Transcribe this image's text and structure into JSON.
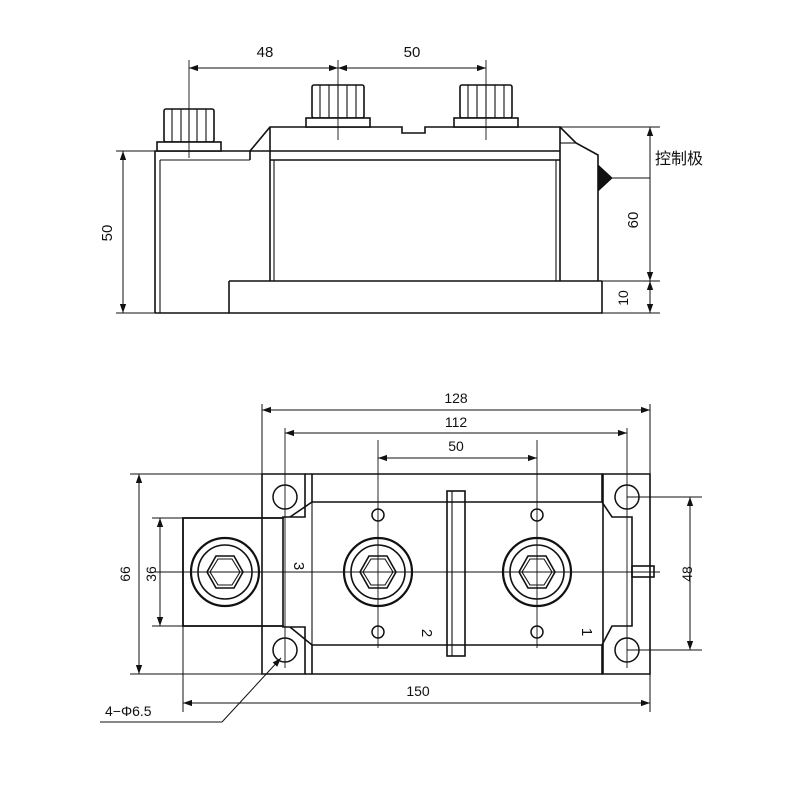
{
  "side_view": {
    "dim_terminal_spacing_left": "48",
    "dim_terminal_spacing_right": "50",
    "dim_height_left": "50",
    "dim_height_right": "60",
    "dim_base_thickness": "10",
    "gate_label": "控制极"
  },
  "top_view": {
    "dim_hole_pitch": "128",
    "dim_inner_width": "112",
    "dim_terminal_pitch": "50",
    "dim_total_length": "150",
    "dim_total_width": "66",
    "dim_tab_width": "36",
    "dim_hole_spacing": "48",
    "hole_callout": "4−Φ6.5",
    "terminal_1": "1",
    "terminal_2": "2",
    "terminal_3": "3"
  }
}
